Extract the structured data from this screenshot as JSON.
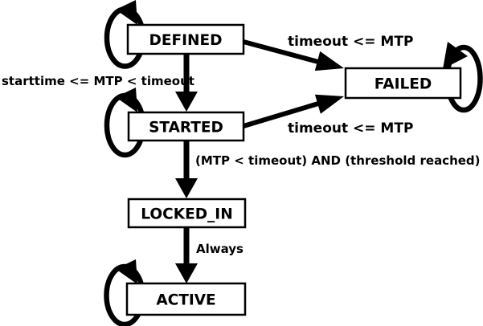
{
  "diagram": {
    "type": "state-machine",
    "background_color": "#ffffff",
    "line_color": "#000000",
    "box_fill_color": "#ffffff",
    "states": [
      {
        "id": "defined",
        "label": "DEFINED",
        "has_self_loop": true
      },
      {
        "id": "started",
        "label": "STARTED",
        "has_self_loop": true
      },
      {
        "id": "failed",
        "label": "FAILED",
        "has_self_loop": true
      },
      {
        "id": "locked_in",
        "label": "LOCKED_IN",
        "has_self_loop": false
      },
      {
        "id": "active",
        "label": "ACTIVE",
        "has_self_loop": true
      }
    ],
    "transitions": [
      {
        "from": "defined",
        "to": "started",
        "label": "starttime <= MTP < timeout"
      },
      {
        "from": "defined",
        "to": "failed",
        "label": "timeout <= MTP"
      },
      {
        "from": "started",
        "to": "failed",
        "label": "timeout <= MTP"
      },
      {
        "from": "started",
        "to": "locked_in",
        "label": "(MTP < timeout) AND (threshold reached)"
      },
      {
        "from": "locked_in",
        "to": "active",
        "label": "Always"
      }
    ]
  }
}
